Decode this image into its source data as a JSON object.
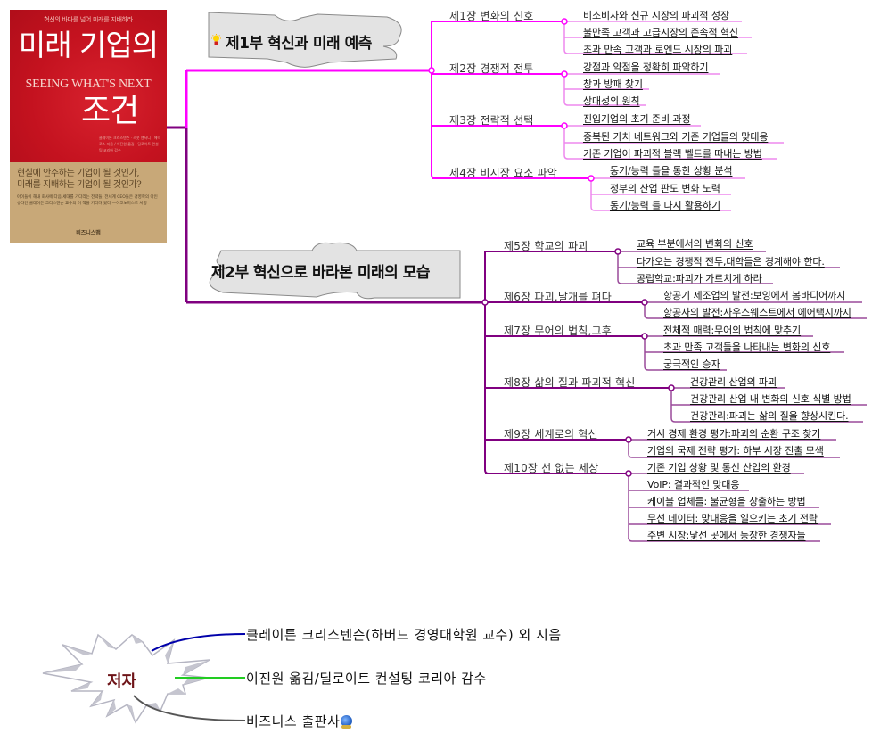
{
  "book": {
    "tagline": "혁신의 바다를 넘어 미래를 지배하라",
    "title_line1": "미래 기업의",
    "english_title": "SEEING WHAT'S NEXT",
    "title_line2": "조건",
    "authors_small": "클레이튼 크리스텐슨 · 스콧 앤서니 · 에릭 로스 지음 / 이진원 옮김 · 딜로이트 컨설팅 코리아 감수",
    "question_line1": "현실에 안주하는 기업이 될 것인가,",
    "question_line2": "미래를 지배하는 기업이 될 것인가?",
    "blurb": "아이들이 해내 회사에 다음 세대를 기다리는 전략들, 전세계 CEO들은 경영학의 아인슈타인 클레이튼 크리스텐슨 교수의 이 책을 기다려 왔다 —이코노미스트 서평",
    "publisher": "비즈니스맵",
    "colors": {
      "red": "#c4121f",
      "tan": "#c8a878"
    }
  },
  "mindmap": {
    "colors": {
      "part1": "#ff00ff",
      "part2": "#800080",
      "part1_sub": "#ee88ee",
      "part2_sub": "#9a4a9a"
    },
    "parts": [
      {
        "label": "제1부 혁신과 미래 예측",
        "icon": "lightbulb-icon",
        "chapters": [
          {
            "label": "제1장 변화의 신호",
            "topics": [
              "비소비자와 신규 시장의 파괴적 성장",
              "불만족 고객과 고급시장의 존속적 혁신",
              "초과 만족 고객과 로엔드 시장의 파괴"
            ]
          },
          {
            "label": "제2장 경쟁적 전투",
            "topics": [
              "강점과 약점을 정확히 파악하기",
              "창과 방패 찾기",
              "상대성의 원칙"
            ]
          },
          {
            "label": "제3장 전략적 선택",
            "topics": [
              "진입기업의 초기 준비 과정",
              "중복된 가치 네트워크와 기존 기업들의 맞대응",
              "기존 기업이 파괴적 블랙 벨트를 따내는 방법"
            ]
          },
          {
            "label": "제4장 비시장 요소 파악",
            "topics": [
              "동기/능력 틀을 통한 상황 분석",
              "정부의 산업 판도 변화 노력",
              "동기/능력 틀 다시 활용하기"
            ]
          }
        ]
      },
      {
        "label": "제2부 혁신으로 바라본 미래의 모습",
        "chapters": [
          {
            "label": "제5장 학교의 파괴",
            "topics": [
              "교육 부분에서의 변화의 신호",
              "다가오는 경쟁적 전투,대학들은 경계해야 한다.",
              "공립학교:파괴가 가르치게 하라"
            ]
          },
          {
            "label": "제6장 파괴,날개를 펴다",
            "topics": [
              "항공기 제조업의 발전:보잉에서 봄바디어까지",
              "항공사의 발전:사우스웨스트에서 에어택시까지"
            ]
          },
          {
            "label": "제7장 무어의 법칙,그후",
            "topics": [
              "전체적 매력:무어의 법칙에 맞추기",
              "초과 만족 고객들을 나타내는 변화의 신호",
              "궁극적인 승자"
            ]
          },
          {
            "label": "제8장 삶의 질과 파괴적 혁신",
            "topics": [
              "건강관리 산업의 파괴",
              "건강관리 산업 내 변화의 신호 식별 방법",
              "건강관리:파괴는 삶의 질을 향상시킨다."
            ]
          },
          {
            "label": "제9장 세계로의 혁신",
            "topics": [
              "거시 경제 환경 평가:파괴의 순환 구조 찾기",
              "기업의 국제 전략 평가: 하부 시장 진출 모색"
            ]
          },
          {
            "label": "제10장 선 없는 세상",
            "topics": [
              "기존 기업 상황 및 통신 산업의 환경",
              "VoIP: 결과적인 맞대응",
              "케이블 업체들: 불균형을 창출하는 방법",
              "무선 데이터: 맞대응을 일으키는 초기 전략",
              "주변 시장:낯선 곳에서 등장한 경쟁자들"
            ]
          }
        ]
      }
    ]
  },
  "authors": {
    "label": "저자",
    "items": [
      {
        "text": "클레이튼 크리스텐슨(하버드 경영대학원 교수) 외 지음",
        "color": "#0000aa"
      },
      {
        "text": "이진원 옮김/딜로이트 컨설팅 코리아 감수",
        "color": "#22cc22"
      },
      {
        "text": "비즈니스 출판사",
        "color": "#555555",
        "icon": "globe-icon"
      }
    ]
  }
}
